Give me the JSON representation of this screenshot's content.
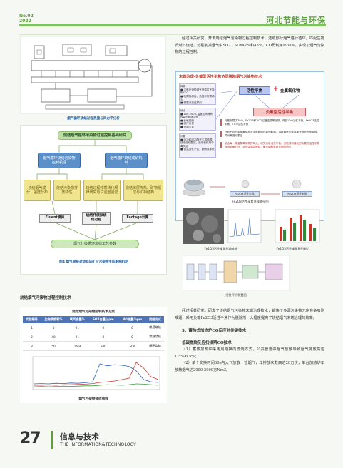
{
  "header": {
    "issue": "No.02",
    "year": "2022",
    "journal": "河北节能与环保"
  },
  "right_top_text": "经过相关研究，开发烧结烟气污染物过程控制技术，选取部分烟气进行循环，匹配生物质燃料烧结，分别削减烟气中SO2、SOx42%和45%，CO再利用率38%，实现了烟气污染物的过程控制。",
  "fig1": {
    "caption": "烟气循环烧结过程热量与风力学分析"
  },
  "flow": {
    "top": "烧结烟气循环污染物过程控制基础研究",
    "b1": "烟气循环烧结污染物控制机理",
    "b2": "烟气循环烧结成矿机制",
    "y1": "烧结烟气成分、温度分布",
    "y2": "烧结污染物排放特性",
    "y3": "烧结过程物质转化规律研究与试验室验证",
    "y4": "烧结床层传热、矿物组成与矿相结构",
    "m1": "Fluent模拟",
    "m2": "烧结杯模拟烧结过程",
    "m3": "Factage计算",
    "bottom": "烟气分级循环烧结工艺参数",
    "caption": "图4  烟气单级对烧结成矿与污染物生成影响机制"
  },
  "left_sec": "烧结烟气污染物过程控制技术",
  "table": {
    "title": "烧结烟气污染物控制技术方案",
    "headers": [
      "实验编号",
      "生物质燃料%",
      "氧气含量%",
      "SO2含量/ppm",
      "NO含量/ppm",
      "烧结方式"
    ],
    "rows": [
      [
        "1",
        "0",
        "21",
        "0",
        "0",
        "常规烧结"
      ],
      [
        "2",
        "40",
        "21",
        "0",
        "0",
        "常规烧结"
      ],
      [
        "3",
        "50",
        "16.9",
        "500",
        "500",
        "循环烧结"
      ]
    ]
  },
  "line_chart": {
    "type": "line",
    "caption": "烟气污染物排放曲线",
    "series": [
      {
        "name": "",
        "color": "#2a62b8",
        "values": [
          0.15,
          0.16,
          0.15,
          0.17,
          0.16,
          0.18,
          0.17,
          0.19,
          0.22,
          0.85,
          0.78,
          0.82,
          0.8,
          0.76,
          0.6,
          0.3,
          0.22,
          0.2
        ]
      },
      {
        "name": "",
        "color": "#d23434",
        "values": [
          0.1,
          0.1,
          0.11,
          0.1,
          0.12,
          0.12,
          0.13,
          0.14,
          0.16,
          0.2,
          0.22,
          0.25,
          0.3,
          0.35,
          0.9,
          0.7,
          0.4,
          0.3
        ]
      },
      {
        "name": "",
        "color": "#38a23a",
        "values": [
          0.05,
          0.06,
          0.05,
          0.06,
          0.07,
          0.06,
          0.07,
          0.08,
          0.08,
          0.1,
          0.12,
          0.11,
          0.1,
          0.12,
          0.15,
          0.14,
          0.12,
          0.1
        ]
      }
    ]
  },
  "tech_box": {
    "title": "末端治理-负载型活性半焦协同脱除烟气污染物技术",
    "p_left1": "挥发\n■ 半焦在烧结烟气低温区下吸附SO2\n■ 吸附饱和后，活性半焦需再生\n■ 需要添加还原剂",
    "p_left2": "优点\n■ 100-200℃温度区间具有较高的脱硝活性\n■ 价格低廉\n■ 操作方便\n■ 资源丰富",
    "p_left3": "问题\n■ SO2和SO3等在生成硫酸铵或亚硫酸铵，造成催化剂中毒失活\n■ 低温活性不佳，脱硝效率低",
    "c1": "活性半焦",
    "plus": "+",
    "c2": "金属氧化物",
    "c3": "负载型活性半焦",
    "r_text1": "分散负载了ZnO、Fe2O3和TiO2过渡金属氧化物，得到ZnO活性半焦、Fe2O3活性半焦、TiO2活性半焦",
    "r_text2": "比较不同的金属氧化物对半焦脱硝性能的影响，选取最优的金属氧化物作为负载物，并对其进行表征",
    "r_text3": "结合每一种金属氧化物的特点，研究分析活性半焦、分散得到最优的负载的活性半焦及其制备方法、对低温协同脱除二氧化硫和氮氧化物的研究",
    "sub1": "Fe2O3活性半焦",
    "sub2": "Fe2O3活性半焦",
    "cap1": "Fe2O3活性半焦合成路径图",
    "cap2": "Fe2O3活性半焦形貌变迁",
    "cap3": "Fe2O3活性半焦脱附能力",
    "cap4": "活性评价装置图"
  },
  "right_mid_text": "经过相关研究，研发了烧结烟气污染物末端治理技术，解决了多源污染物无序竞争吸附难题，采用负载Fe2O3活性半焦作为脱除剂，大幅度提高了烧结烟气末端治理的效率。",
  "sec5": "5．蓄热式加热炉CO反应对关键技术",
  "sec5_sub": "低碳燃烧反应扫描辨CO技术",
  "p1": "（1）蓄热加热炉采用周期换向燃烧方式，公共管道中烟气放散导致烟气排放高达1.5%-6.5%；",
  "p2": "（2）单个交换时间60s内大气放散一管烟气，年排放次数高达20万次，单台加热炉年放散烟气达2000-3000万Nm3。",
  "footer": {
    "num": "27",
    "cn": "信息与技术",
    "en": "THE INFORMATION&TECHNOLOGY"
  }
}
